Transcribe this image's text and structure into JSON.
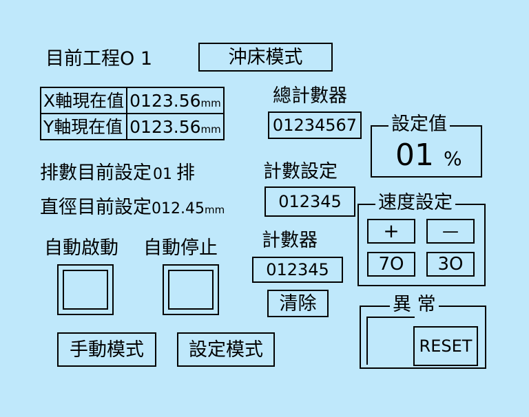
{
  "header": {
    "process_label": "目前工程",
    "process_value": "O 1",
    "mode_button": "沖床模式"
  },
  "axis_table": [
    {
      "label": "X軸現在值",
      "value": "0123.56",
      "unit": "mm"
    },
    {
      "label": "Y軸現在值",
      "value": "0123.56",
      "unit": "mm"
    }
  ],
  "total_counter": {
    "label": "總計數器",
    "value": "01234567"
  },
  "set_value": {
    "label": "設定值",
    "value": "01",
    "unit": "%"
  },
  "rows_setting": {
    "label": "排數目前設定",
    "value": "01",
    "unit": "排"
  },
  "diameter_setting": {
    "label": "直徑目前設定",
    "value": "012.45",
    "unit": "mm"
  },
  "count_setting": {
    "label": "計數設定",
    "value": "012345"
  },
  "speed_setting": {
    "label": "速度設定",
    "plus": "+",
    "minus": "—",
    "preset_70": "7O",
    "preset_30": "3O"
  },
  "counter": {
    "label": "計數器",
    "value": "012345",
    "clear_button": "清除"
  },
  "auto": {
    "start_label": "自動啟動",
    "stop_label": "自動停止"
  },
  "alarm": {
    "label": "異 常",
    "reset_button": "RESET"
  },
  "buttons": {
    "manual_mode": "手動模式",
    "setting_mode": "設定模式"
  }
}
